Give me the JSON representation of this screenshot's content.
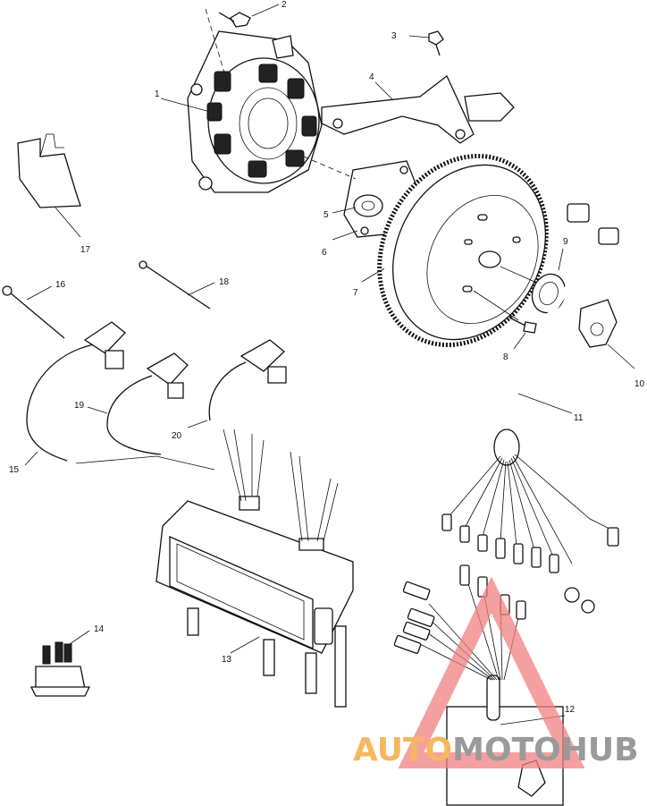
{
  "callouts": {
    "c1": "1",
    "c2": "2",
    "c3": "3",
    "c4": "4",
    "c5": "5",
    "c6": "6",
    "c7": "7",
    "c8": "8",
    "c9": "9",
    "c10": "10",
    "c11": "11",
    "c12": "12",
    "c13": "13",
    "c14": "14",
    "c15": "15",
    "c16": "16",
    "c17": "17",
    "c18": "18",
    "c19": "19",
    "c20": "20"
  },
  "watermark": {
    "part1": "AUTO",
    "part2": "MOTO",
    "part3": "HUB",
    "colors": {
      "orange": "#f4b860",
      "gray": "#9a9a9a",
      "red": "#e04040",
      "triangle": "#f08080"
    }
  }
}
